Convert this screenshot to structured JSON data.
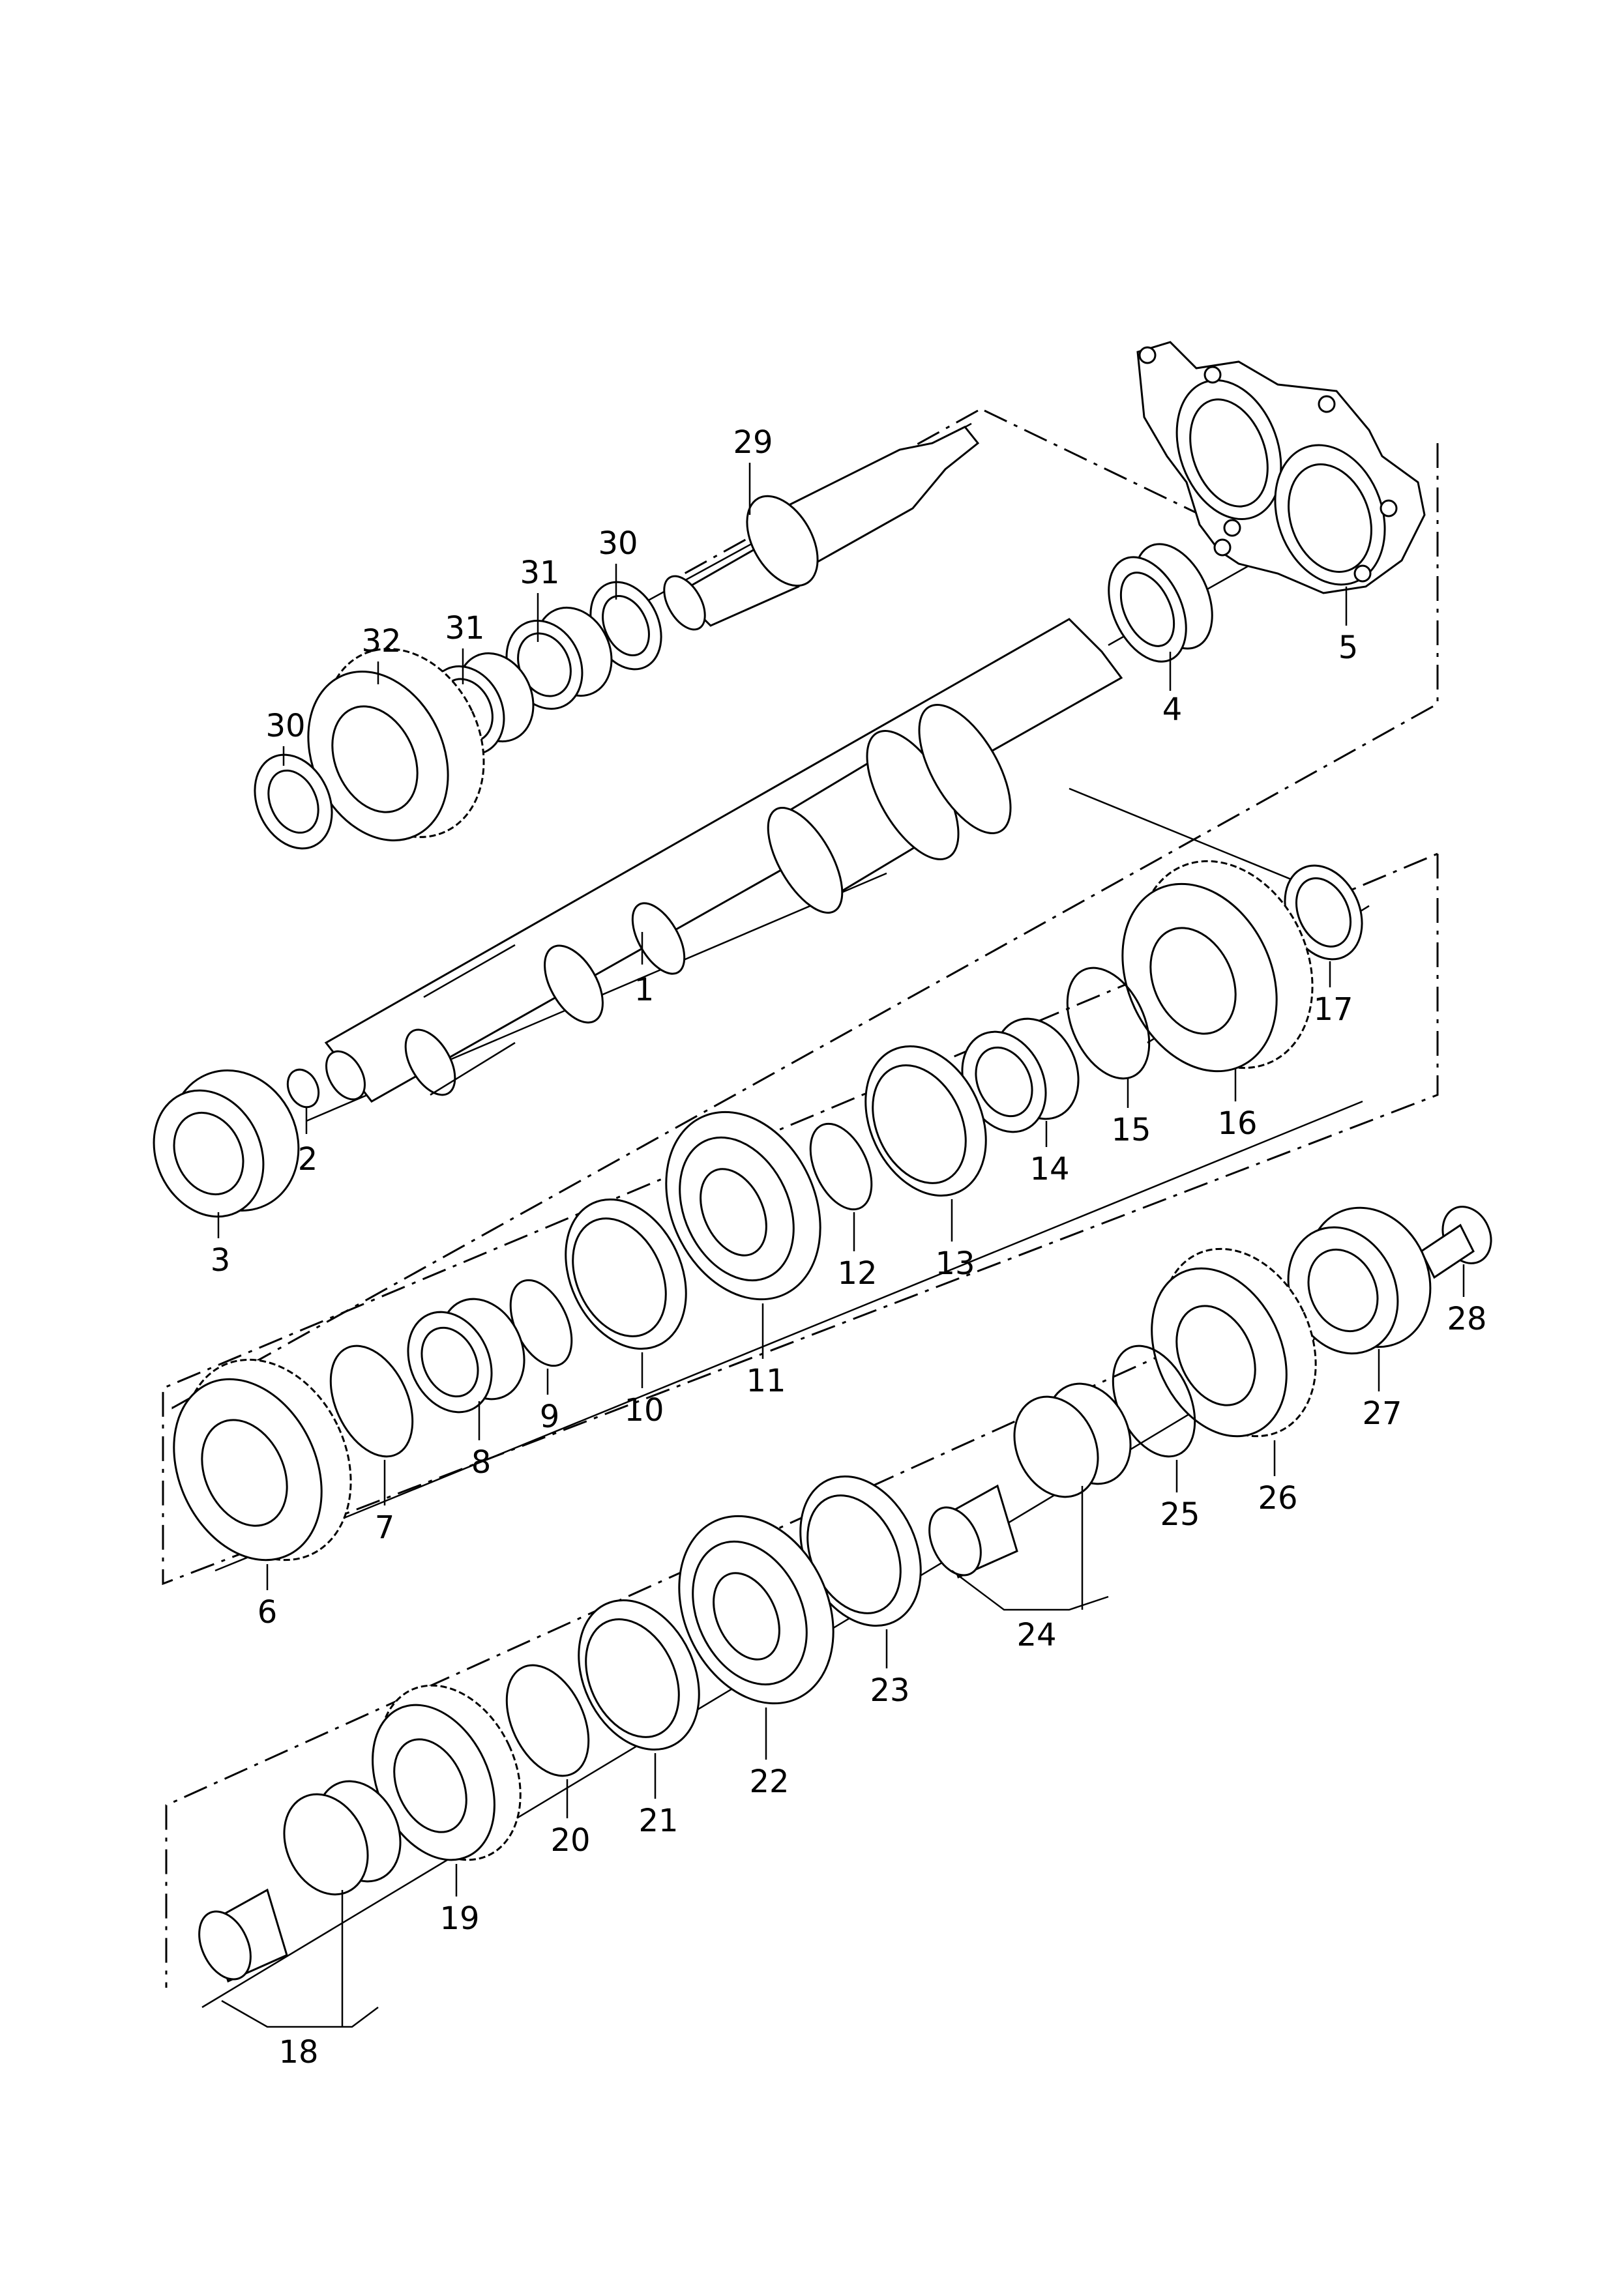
{
  "callouts": [
    {
      "id": "1",
      "text": "1"
    },
    {
      "id": "2",
      "text": "2"
    },
    {
      "id": "3",
      "text": "3"
    },
    {
      "id": "4",
      "text": "4"
    },
    {
      "id": "5",
      "text": "5"
    },
    {
      "id": "6",
      "text": "6"
    },
    {
      "id": "7",
      "text": "7"
    },
    {
      "id": "8",
      "text": "8"
    },
    {
      "id": "9",
      "text": "9"
    },
    {
      "id": "10",
      "text": "10"
    },
    {
      "id": "11",
      "text": "11"
    },
    {
      "id": "12",
      "text": "12"
    },
    {
      "id": "13",
      "text": "13"
    },
    {
      "id": "14",
      "text": "14"
    },
    {
      "id": "15",
      "text": "15"
    },
    {
      "id": "16",
      "text": "16"
    },
    {
      "id": "17",
      "text": "17"
    },
    {
      "id": "18",
      "text": "18"
    },
    {
      "id": "19",
      "text": "19"
    },
    {
      "id": "20",
      "text": "20"
    },
    {
      "id": "21",
      "text": "21"
    },
    {
      "id": "22",
      "text": "22"
    },
    {
      "id": "23",
      "text": "23"
    },
    {
      "id": "24",
      "text": "24"
    },
    {
      "id": "25",
      "text": "25"
    },
    {
      "id": "26",
      "text": "26"
    },
    {
      "id": "27",
      "text": "27"
    },
    {
      "id": "28",
      "text": "28"
    },
    {
      "id": "29",
      "text": "29"
    },
    {
      "id": "30a",
      "text": "30"
    },
    {
      "id": "30b",
      "text": "30"
    },
    {
      "id": "31a",
      "text": "31"
    },
    {
      "id": "31b",
      "text": "31"
    },
    {
      "id": "32",
      "text": "32"
    }
  ]
}
